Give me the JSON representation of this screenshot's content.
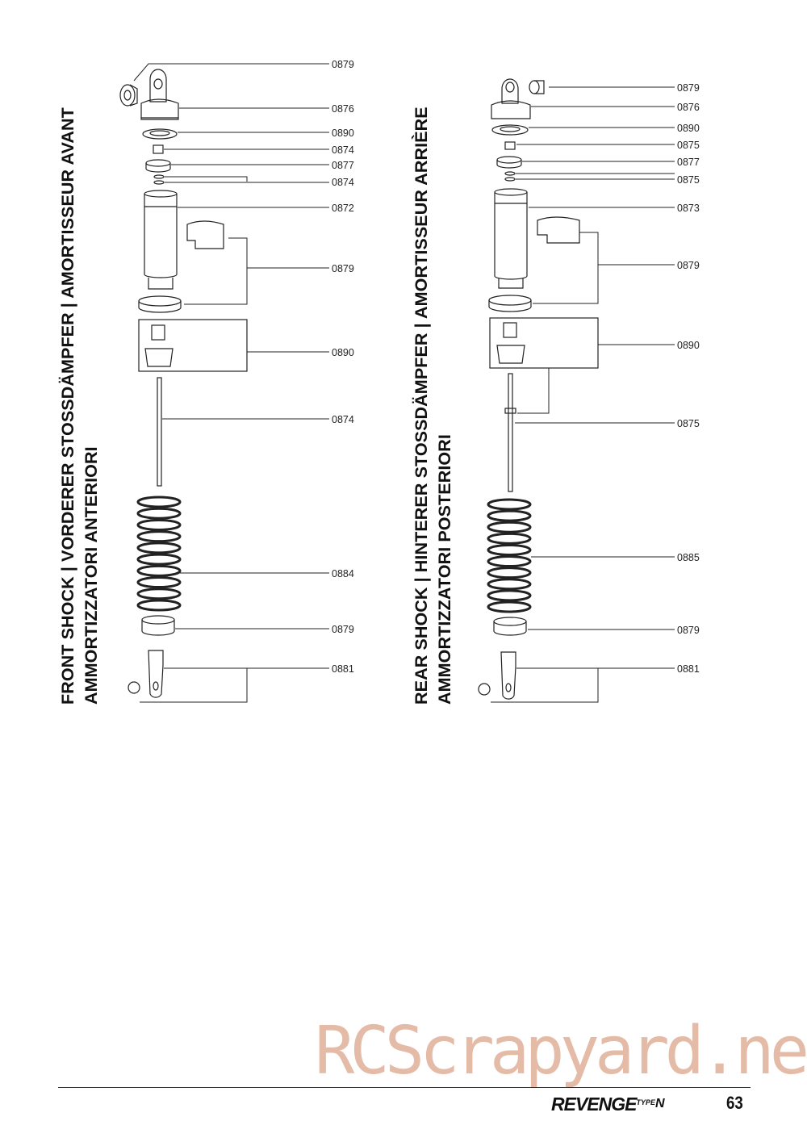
{
  "front": {
    "title_line1": "FRONT SHOCK | VORDERER STOSSDÄMPFER | AMORTISSEUR AVANT",
    "title_line2": "AMMORTIZZATORI ANTERIORI",
    "parts": [
      "0879",
      "0876",
      "0890",
      "0874",
      "0877",
      "0874",
      "0872",
      "0879",
      "0890",
      "0874",
      "0884",
      "0879",
      "0881"
    ]
  },
  "rear": {
    "title_line1": "REAR SHOCK | HINTERER STOSSDÄMPFER | AMORTISSEUR ARRIÈRE",
    "title_line2": "AMMORTIZZATORI POSTERIORI",
    "parts": [
      "0879",
      "0876",
      "0890",
      "0875",
      "0877",
      "0875",
      "0873",
      "0879",
      "0890",
      "0875",
      "0885",
      "0879",
      "0881"
    ]
  },
  "footer": {
    "logo": "REVENGE",
    "logo_type": "TYPE",
    "logo_n": "N",
    "page_number": "63",
    "watermark": "RCScrapyard.net"
  }
}
